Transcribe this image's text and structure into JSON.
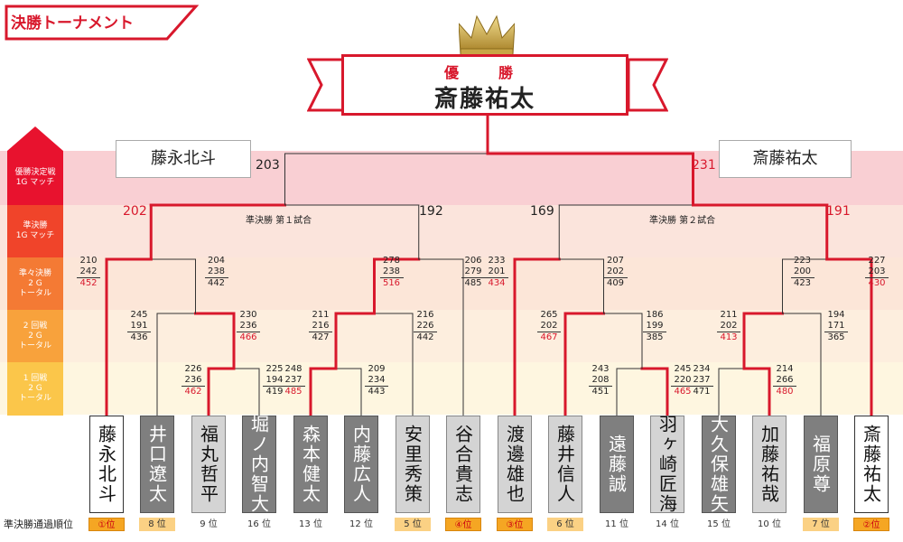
{
  "header": {
    "title": "決勝トーナメント"
  },
  "champion": {
    "label": "優　勝",
    "name": "斎藤祐太"
  },
  "rounds": [
    {
      "lines": [
        "優勝決定戦",
        "1G マッチ"
      ],
      "color": "#e8122e"
    },
    {
      "lines": [
        "準決勝",
        "1G マッチ"
      ],
      "color": "#f0442a"
    },
    {
      "lines": [
        "準々決勝",
        "2 G",
        "トータル"
      ],
      "color": "#f47a34"
    },
    {
      "lines": [
        "2 回戦",
        "2 G",
        "トータル"
      ],
      "color": "#f8a23c"
    },
    {
      "lines": [
        "1 回戦",
        "2 G",
        "トータル"
      ],
      "color": "#fbc64a"
    }
  ],
  "final": {
    "left_name": "藤永北斗",
    "left_score": "203",
    "right_name": "斎藤祐太",
    "right_score": "231"
  },
  "semis": {
    "match1_label": "準決勝 第１試合",
    "match1_left": "202",
    "match1_right": "192",
    "match2_label": "準決勝 第２試合",
    "match2_left": "169",
    "match2_right": "191"
  },
  "scores": {
    "qf": [
      {
        "g1": "210",
        "g2": "242",
        "total": "452",
        "win": true
      },
      {
        "g1": "204",
        "g2": "238",
        "total": "442",
        "win": false
      },
      {
        "g1": "278",
        "g2": "238",
        "total": "516",
        "win": true
      },
      {
        "g1": "206",
        "g2": "279",
        "total": "485",
        "win": false
      },
      {
        "g1": "233",
        "g2": "201",
        "total": "434",
        "win": true
      },
      {
        "g1": "207",
        "g2": "202",
        "total": "409",
        "win": false
      },
      {
        "g1": "223",
        "g2": "200",
        "total": "423",
        "win": false
      },
      {
        "g1": "227",
        "g2": "203",
        "total": "430",
        "win": true
      }
    ],
    "r2": [
      {
        "g1": "245",
        "g2": "191",
        "total": "436",
        "win": false
      },
      {
        "g1": "230",
        "g2": "236",
        "total": "466",
        "win": true
      },
      {
        "g1": "211",
        "g2": "216",
        "total": "427",
        "win": false
      },
      {
        "g1": "216",
        "g2": "226",
        "total": "442",
        "win": false
      },
      {
        "g1": "265",
        "g2": "202",
        "total": "467",
        "win": true
      },
      {
        "g1": "186",
        "g2": "199",
        "total": "385",
        "win": false
      },
      {
        "g1": "211",
        "g2": "202",
        "total": "413",
        "win": true
      },
      {
        "g1": "194",
        "g2": "171",
        "total": "365",
        "win": false
      }
    ],
    "r1": [
      {
        "g1": "226",
        "g2": "236",
        "total": "462",
        "win": true
      },
      {
        "g1": "225",
        "g2": "194",
        "total": "419",
        "win": false
      },
      {
        "g1": "248",
        "g2": "237",
        "total": "485",
        "win": true
      },
      {
        "g1": "209",
        "g2": "234",
        "total": "443",
        "win": false
      },
      {
        "g1": "243",
        "g2": "208",
        "total": "451",
        "win": false
      },
      {
        "g1": "245",
        "g2": "220",
        "total": "465",
        "win": true
      },
      {
        "g1": "234",
        "g2": "237",
        "total": "471",
        "win": false
      },
      {
        "g1": "214",
        "g2": "266",
        "total": "480",
        "win": true
      }
    ]
  },
  "players": [
    {
      "name": "藤永北斗",
      "rank": "①位",
      "style": "white",
      "rank_style": "orange"
    },
    {
      "name": "井口遼太",
      "rank": "8 位",
      "style": "dgray",
      "rank_style": "yellow"
    },
    {
      "name": "福丸哲平",
      "rank": "9 位",
      "style": "lgray",
      "rank_style": "plain"
    },
    {
      "name": "堀ノ内智大",
      "rank": "16 位",
      "style": "dgray",
      "rank_style": "plain"
    },
    {
      "name": "森本健太",
      "rank": "13 位",
      "style": "dgray",
      "rank_style": "plain"
    },
    {
      "name": "内藤広人",
      "rank": "12 位",
      "style": "dgray",
      "rank_style": "plain"
    },
    {
      "name": "安里秀策",
      "rank": "5 位",
      "style": "lgray",
      "rank_style": "yellow"
    },
    {
      "name": "谷合貴志",
      "rank": "④位",
      "style": "lgray",
      "rank_style": "orange"
    },
    {
      "name": "渡邊雄也",
      "rank": "③位",
      "style": "lgray",
      "rank_style": "orange"
    },
    {
      "name": "藤井信人",
      "rank": "6 位",
      "style": "lgray",
      "rank_style": "yellow"
    },
    {
      "name": "遠藤誠",
      "rank": "11 位",
      "style": "dgray",
      "rank_style": "plain"
    },
    {
      "name": "羽ヶ崎匠海",
      "rank": "14 位",
      "style": "lgray",
      "rank_style": "plain"
    },
    {
      "name": "大久保雄矢",
      "rank": "15 位",
      "style": "dgray",
      "rank_style": "plain"
    },
    {
      "name": "加藤祐哉",
      "rank": "10 位",
      "style": "lgray",
      "rank_style": "plain"
    },
    {
      "name": "福原尊",
      "rank": "7 位",
      "style": "dgray",
      "rank_style": "yellow"
    },
    {
      "name": "斎藤祐太",
      "rank": "②位",
      "style": "white",
      "rank_style": "orange"
    }
  ],
  "rank_caption": "準決勝通過順位",
  "colors": {
    "red": "#d8182c",
    "line": "#333333",
    "crown": "#c8a646"
  }
}
